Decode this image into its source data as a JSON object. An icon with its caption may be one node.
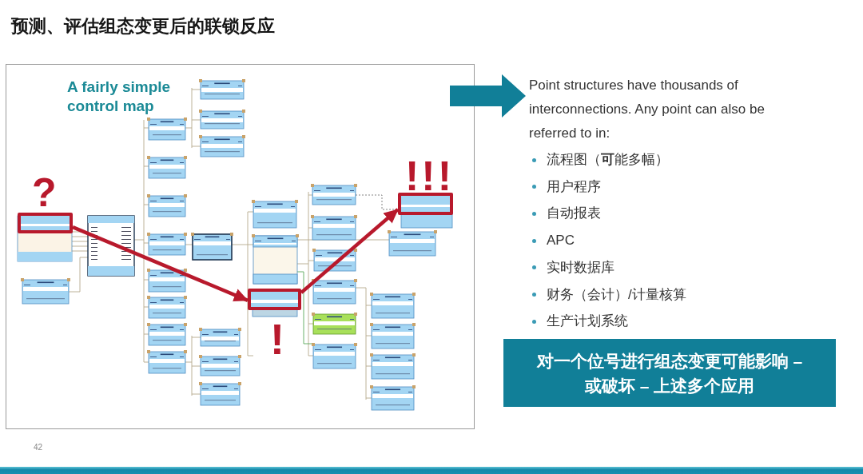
{
  "diagram": {
    "title": "预测、评估组态变更后的联锁反应",
    "nodes": [
      {
        "text": [
          "A fairly simple control map"
        ]
      },
      {
        "text": [],
        "shape": "box",
        "in": 0,
        "beside": [
          "?"
        ]
      },
      {
        "text": [],
        "shape": "box",
        "in": 0,
        "beside": [
          "!"
        ]
      },
      {
        "text": [],
        "shape": "box",
        "in": 0,
        "beside": [
          "!!!"
        ]
      },
      {
        "text": [
          "Point structures have thousands of interconnections. Any point can also be referred to in:",
          "流程图（**可**能多幅）",
          "用户程序",
          "自动报表",
          "APC",
          "实时数据库",
          "财务（会计）/计量核算",
          "生产计划系统"
        ]
      },
      {
        "text": [
          "对一个位号进行组态变更可能影响 – 或破坏 – 上述多个应用"
        ]
      }
    ],
    "edges": [
      {
        "from": 1,
        "to": 2,
        "arrow": "to",
        "color": "#b8192c"
      },
      {
        "from": 2,
        "to": 3,
        "arrow": "to",
        "color": "#b8192c"
      },
      {
        "from": 0,
        "to": 4,
        "arrow": "to",
        "style": "thick",
        "color": "#117f98"
      }
    ],
    "labels": [
      "42"
    ]
  }
}
